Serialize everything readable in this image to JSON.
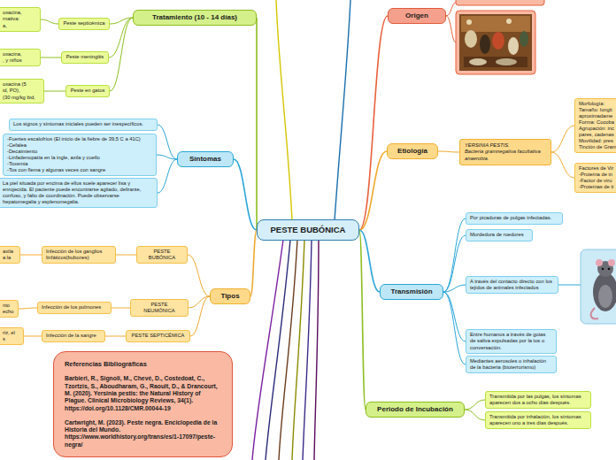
{
  "diagram": {
    "nodes": [
      {
        "text": [
          "PESTE BUBÓNICA"
        ]
      },
      {
        "text": [
          "Origen"
        ]
      },
      {
        "text": [
          "Etiología"
        ]
      },
      {
        "text": [
          "YERSINIA PESTIS.",
          "Bacteria gramnegativa facultativa anaerobia."
        ]
      },
      {
        "text": [
          "Morfología:",
          "Tamaño: longit",
          "aproximadame",
          "Forma: Cocoba",
          "Agrupación: inc",
          "pares, cadenas",
          "Movilidad: pres",
          "Tinción de Gram"
        ]
      },
      {
        "text": [
          "Factores de Vir",
          "-Proteína de in",
          "-Factor de viru",
          "-Proteínas de ti"
        ]
      },
      {
        "text": [
          "Transmisión"
        ]
      },
      {
        "text": [
          "Por picaduras de pulgas infectadas."
        ]
      },
      {
        "text": [
          "Mordedura de roedores"
        ]
      },
      {
        "text": [
          "A través del contacto directo con los tejidos de animales infectados"
        ]
      },
      {
        "text": [
          "Entre humanos a través de gotas de saliva expulsadas por la tos o conversación."
        ]
      },
      {
        "text": [
          "Mediantes aerosoles o inhalación de la bacteria (bioterrorismo)"
        ]
      },
      {
        "text": [
          "Periodo de Incubación"
        ]
      },
      {
        "text": [
          "Transmitida por las pulgas, los síntomas aparecen dos a ocho días después."
        ]
      },
      {
        "text": [
          "Transmitida por inhalación, los síntomas aparecen uno a tres días después."
        ]
      },
      {
        "text": [
          "Tratamiento (10 - 14 días)"
        ]
      },
      {
        "text": [
          "Peste septicémica"
        ]
      },
      {
        "text": [
          "oxacina,",
          "rnativa:",
          "a,"
        ]
      },
      {
        "text": [
          "Peste meningitis"
        ]
      },
      {
        "text": [
          "oxacina,",
          ", y niños"
        ]
      },
      {
        "text": [
          "Peste en gatos"
        ]
      },
      {
        "text": [
          "oxacina (5",
          "id, PO),",
          "(30 mg/kg bid,"
        ]
      },
      {
        "text": [
          "Síntomas"
        ]
      },
      {
        "text": [
          "Los signos y síntomas iniciales pueden ser inespecíficos."
        ]
      },
      {
        "text": [
          "-Fuertes escalofríos (El inicio de la fiebre de 39,5 C a 41C)",
          "-Cefalea",
          "-Decaimiento",
          "-Linfadenopatía en la ingle, axila y cuello",
          "-Toxemia",
          "-Tos con flema y algunas veces con sangre"
        ]
      },
      {
        "text": [
          "La piel situada por encima de ellos suele aparecer lisa y enrojecida. El paciente puede encontrarse agitado, delirante, confuso, y falto de coordinación. Puede observarse hepatomegalia y esplenomegalia."
        ]
      },
      {
        "text": [
          "Tipos"
        ]
      },
      {
        "text": [
          "PESTE BUBÓNICA"
        ]
      },
      {
        "text": [
          "Infección de los ganglios linfáticos(bubones)"
        ]
      },
      {
        "text": [
          "axila",
          "a la"
        ]
      },
      {
        "text": [
          "PESTE NEUMÓNICA"
        ]
      },
      {
        "text": [
          "Infección de los pulmones"
        ]
      },
      {
        "text": [
          "nto",
          "echo"
        ]
      },
      {
        "text": [
          "PESTE SEPTICÉMICA"
        ]
      },
      {
        "text": [
          "Infección de la sangre"
        ]
      },
      {
        "text": [
          "riz, el",
          "s"
        ]
      },
      {
        "text": [
          "Referencias Bibliográficas",
          "Barbieri, R., Signoli, M., Chevé, D., Costedoat, C., Tzortzis, S., Aboudharam, G., Raoult, D., & Drancourt, M. (2020). Yersinia pestis: the Natural History of Plague. Clinical Microbiology Reviews, 34(1). https://doi.org/10.1128/CMR.00044-19",
          "Cartwright, M. (2023). Peste negra. Enciclopedia de la Historia del Mundo. https://www.worldhistory.org/trans/es/1-17097/peste-negra/"
        ]
      }
    ],
    "edges": [
      {
        "from": 0,
        "to": 1,
        "arrow": "none"
      },
      {
        "from": 0,
        "to": 2,
        "arrow": "none"
      },
      {
        "from": 2,
        "to": 3,
        "arrow": "none"
      },
      {
        "from": 3,
        "to": 4,
        "arrow": "none"
      },
      {
        "from": 3,
        "to": 5,
        "arrow": "none"
      },
      {
        "from": 0,
        "to": 6,
        "arrow": "none"
      },
      {
        "from": 6,
        "to": 7,
        "arrow": "none"
      },
      {
        "from": 6,
        "to": 8,
        "arrow": "none"
      },
      {
        "from": 6,
        "to": 9,
        "arrow": "none"
      },
      {
        "from": 6,
        "to": 10,
        "arrow": "none"
      },
      {
        "from": 6,
        "to": 11,
        "arrow": "none"
      },
      {
        "from": 0,
        "to": 12,
        "arrow": "none"
      },
      {
        "from": 12,
        "to": 13,
        "arrow": "none"
      },
      {
        "from": 12,
        "to": 14,
        "arrow": "none"
      },
      {
        "from": 0,
        "to": 15,
        "arrow": "none"
      },
      {
        "from": 15,
        "to": 16,
        "arrow": "none"
      },
      {
        "from": 16,
        "to": 17,
        "arrow": "none"
      },
      {
        "from": 15,
        "to": 18,
        "arrow": "none"
      },
      {
        "from": 18,
        "to": 19,
        "arrow": "none"
      },
      {
        "from": 15,
        "to": 20,
        "arrow": "none"
      },
      {
        "from": 20,
        "to": 21,
        "arrow": "none"
      },
      {
        "from": 0,
        "to": 22,
        "arrow": "none"
      },
      {
        "from": 22,
        "to": 23,
        "arrow": "none"
      },
      {
        "from": 22,
        "to": 24,
        "arrow": "none"
      },
      {
        "from": 22,
        "to": 25,
        "arrow": "none"
      },
      {
        "from": 0,
        "to": 26,
        "arrow": "none"
      },
      {
        "from": 26,
        "to": 27,
        "arrow": "none"
      },
      {
        "from": 27,
        "to": 28,
        "arrow": "none"
      },
      {
        "from": 28,
        "to": 29,
        "arrow": "none"
      },
      {
        "from": 26,
        "to": 30,
        "arrow": "none"
      },
      {
        "from": 30,
        "to": 31,
        "arrow": "none"
      },
      {
        "from": 31,
        "to": 32,
        "arrow": "none"
      },
      {
        "from": 26,
        "to": 33,
        "arrow": "none"
      },
      {
        "from": 33,
        "to": 34,
        "arrow": "none"
      },
      {
        "from": 34,
        "to": 35,
        "arrow": "none"
      }
    ]
  }
}
